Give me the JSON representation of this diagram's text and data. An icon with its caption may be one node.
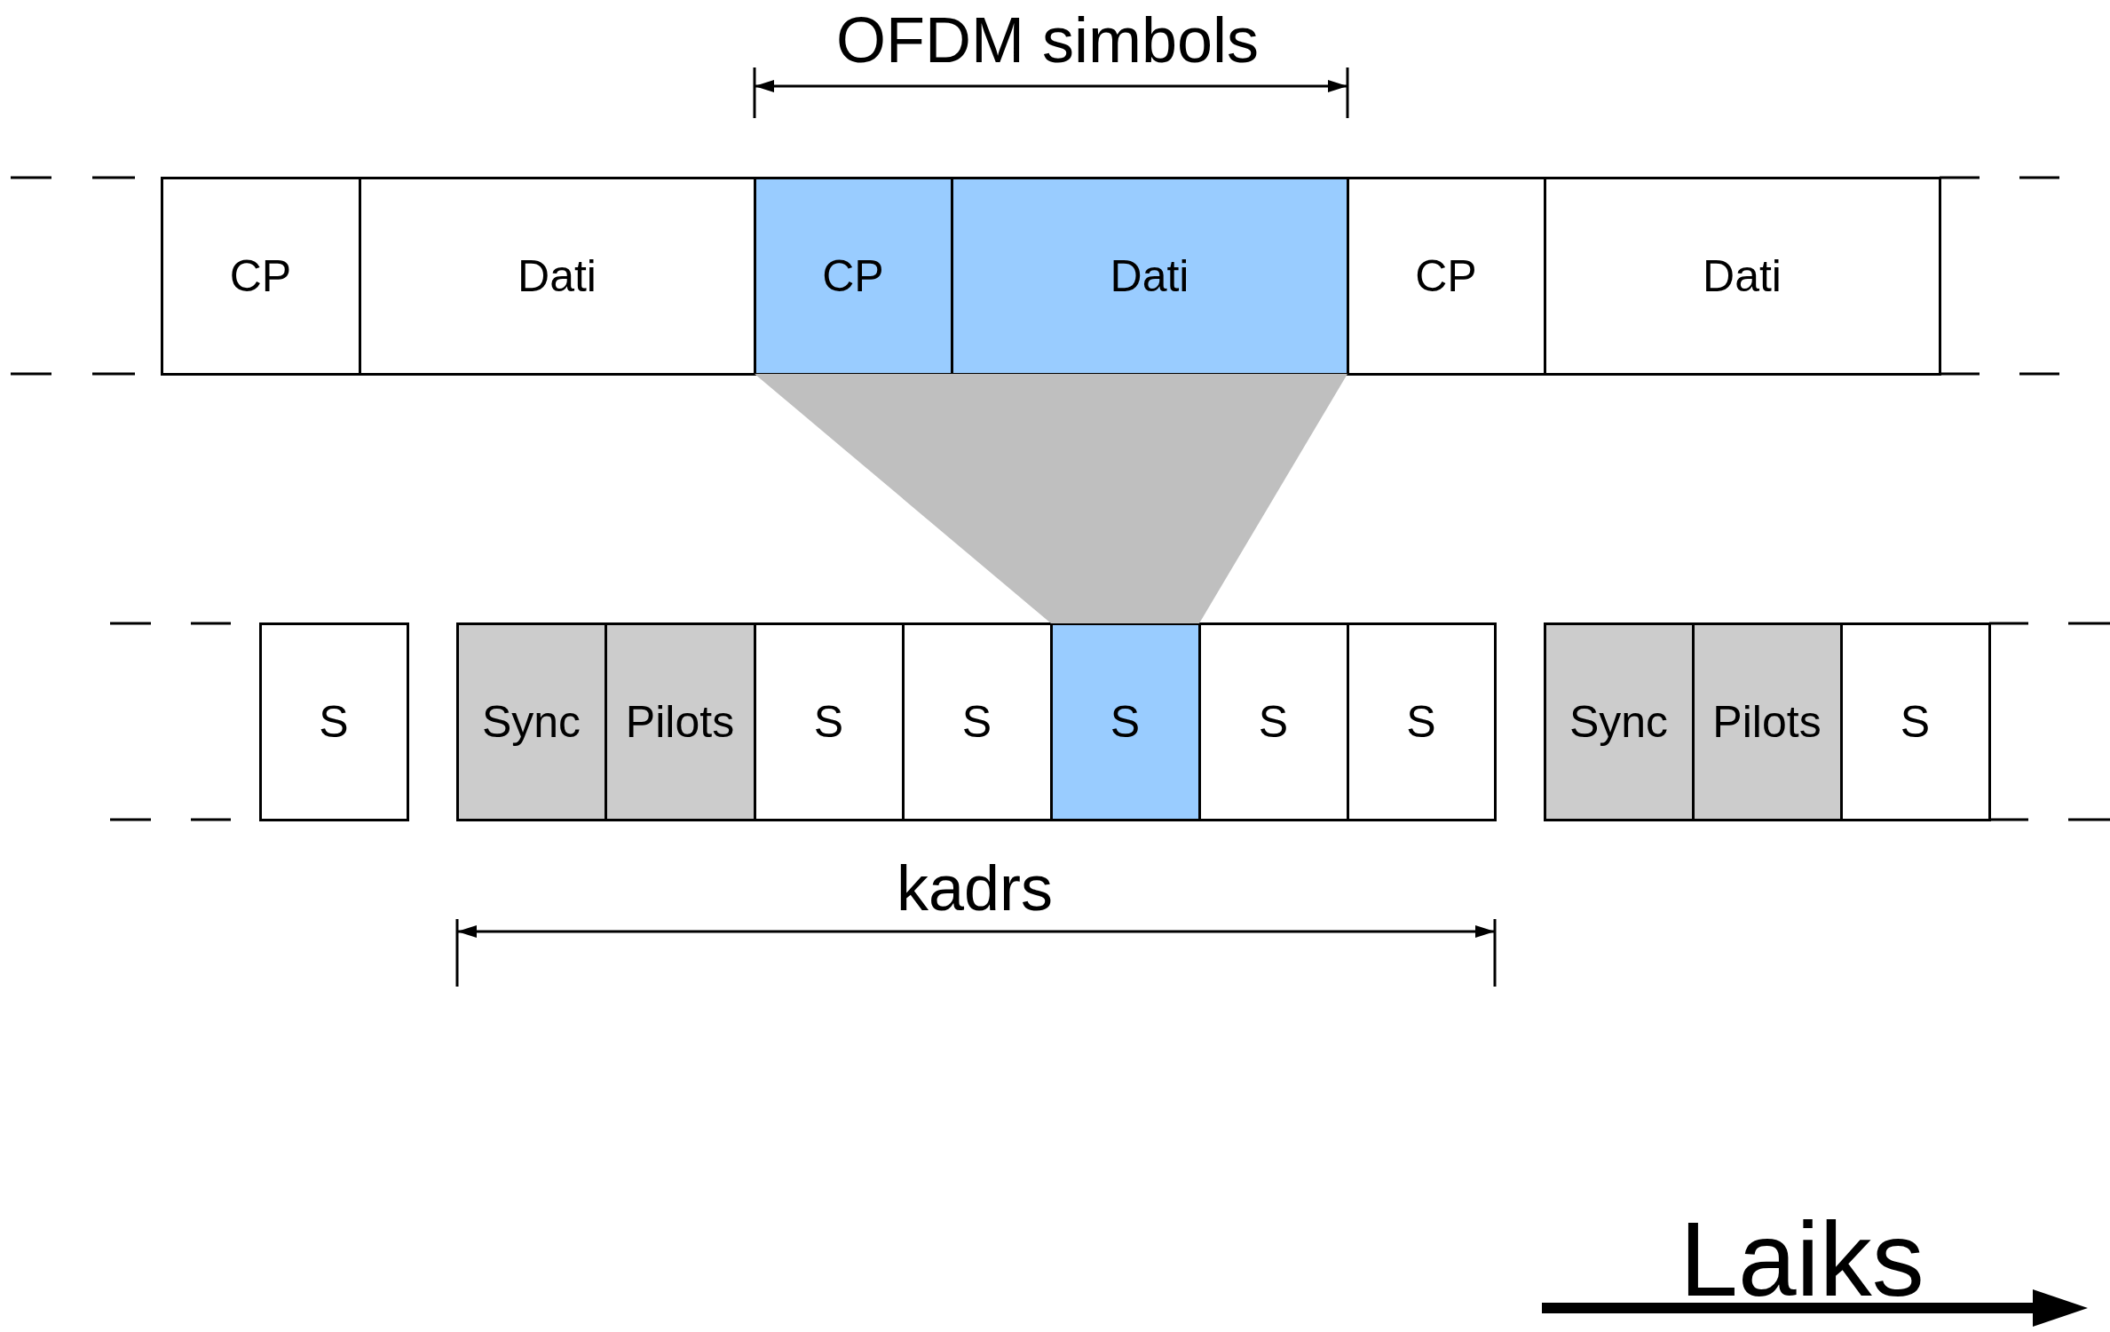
{
  "diagram": {
    "nodes": [
      {
        "text": [
          "CP"
        ]
      },
      {
        "text": [
          "Dati"
        ]
      },
      {
        "text": [
          "CP"
        ]
      },
      {
        "text": [
          "Dati"
        ]
      },
      {
        "text": [
          "CP"
        ]
      },
      {
        "text": [
          "Dati"
        ]
      },
      {
        "text": [
          "S"
        ]
      },
      {
        "text": [
          "Sync"
        ]
      },
      {
        "text": [
          "Pilots"
        ]
      },
      {
        "text": [
          "S"
        ]
      },
      {
        "text": [
          "S"
        ]
      },
      {
        "text": [
          "S"
        ]
      },
      {
        "text": [
          "S"
        ]
      },
      {
        "text": [
          "S"
        ]
      },
      {
        "text": [
          "Sync"
        ]
      },
      {
        "text": [
          "Pilots"
        ]
      },
      {
        "text": [
          "S"
        ]
      },
      {
        "text": [],
        "shape": "trapezoid"
      }
    ],
    "labels": [
      "OFDM simbols",
      "kadrs",
      "Laiks"
    ]
  }
}
